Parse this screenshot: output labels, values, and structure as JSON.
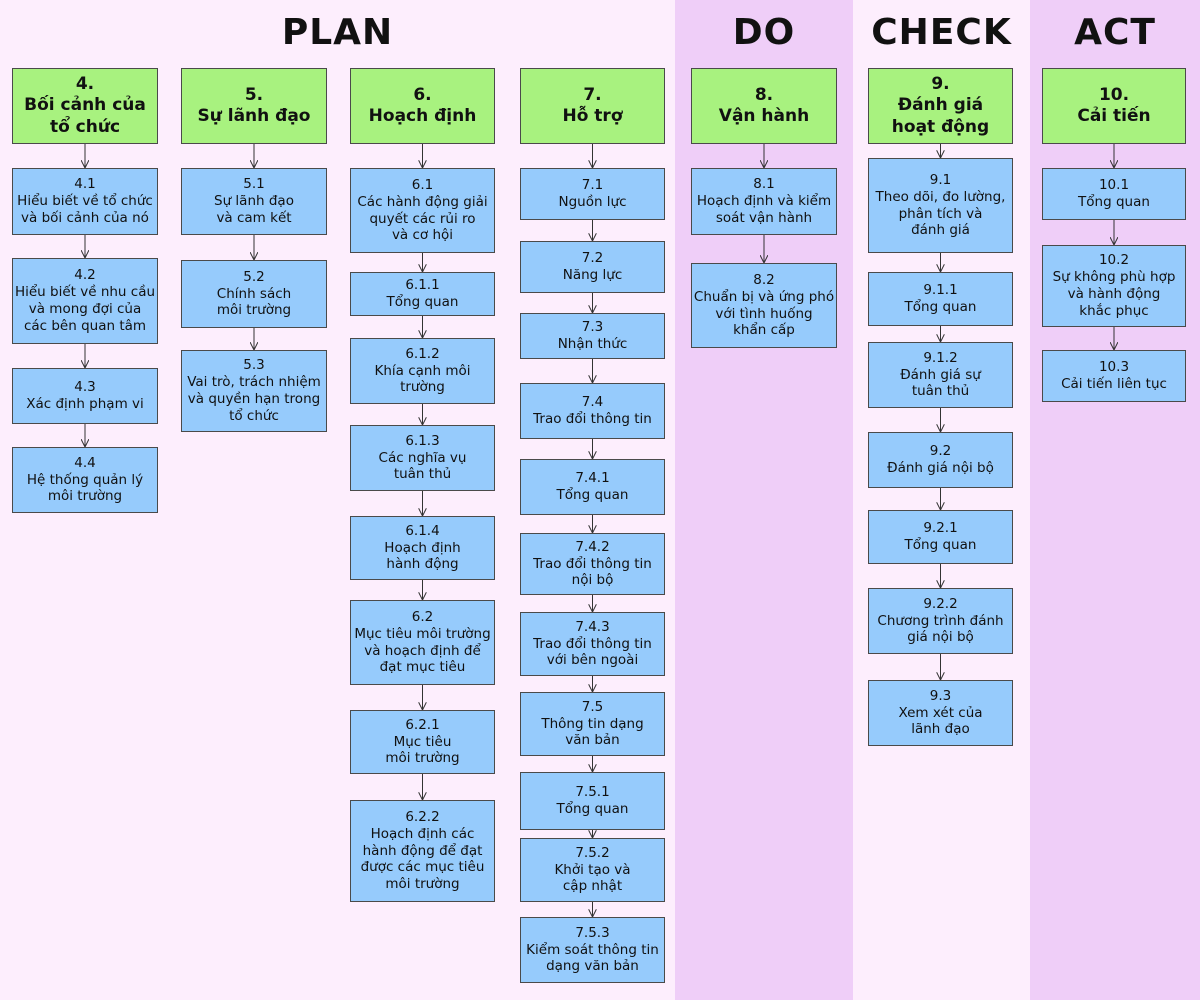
{
  "phases": {
    "plan": {
      "title": "PLAN",
      "color": "#fdeefd"
    },
    "do": {
      "title": "DO",
      "color": "#efcef8"
    },
    "check": {
      "title": "CHECK",
      "color": "#fdeefd"
    },
    "act": {
      "title": "ACT",
      "color": "#efcef8"
    }
  },
  "columns": [
    {
      "header": {
        "num": "4.",
        "title": "Bối cảnh của\ntổ chức"
      },
      "items": [
        {
          "num": "4.1",
          "text": "Hiểu biết về tổ chức\nvà bối cảnh của nó"
        },
        {
          "num": "4.2",
          "text": "Hiểu biết về nhu cầu\nvà mong đợi của\ncác bên quan tâm"
        },
        {
          "num": "4.3",
          "text": "Xác định phạm vi"
        },
        {
          "num": "4.4",
          "text": "Hệ thống quản lý\nmôi trường"
        }
      ]
    },
    {
      "header": {
        "num": "5.",
        "title": "Sự lãnh đạo"
      },
      "items": [
        {
          "num": "5.1",
          "text": "Sự lãnh đạo\nvà cam kết"
        },
        {
          "num": "5.2",
          "text": "Chính sách\nmôi trường"
        },
        {
          "num": "5.3",
          "text": "Vai trò, trách nhiệm\nvà quyền hạn trong\ntổ chức"
        }
      ]
    },
    {
      "header": {
        "num": "6.",
        "title": "Hoạch định"
      },
      "items": [
        {
          "num": "6.1",
          "text": "Các hành động giải\nquyết các rủi ro\nvà cơ hội"
        },
        {
          "num": "6.1.1",
          "text": "Tổng quan"
        },
        {
          "num": "6.1.2",
          "text": "Khía cạnh môi\ntrường"
        },
        {
          "num": "6.1.3",
          "text": "Các nghĩa vụ\ntuân thủ"
        },
        {
          "num": "6.1.4",
          "text": "Hoạch định\nhành động"
        },
        {
          "num": "6.2",
          "text": "Mục tiêu môi trường\nvà hoạch định để\nđạt mục tiêu"
        },
        {
          "num": "6.2.1",
          "text": "Mục tiêu\nmôi trường"
        },
        {
          "num": "6.2.2",
          "text": "Hoạch định các\nhành động để đạt\nđược các mục tiêu\nmôi trường"
        }
      ]
    },
    {
      "header": {
        "num": "7.",
        "title": "Hỗ trợ"
      },
      "items": [
        {
          "num": "7.1",
          "text": "Nguồn lực"
        },
        {
          "num": "7.2",
          "text": "Năng lực"
        },
        {
          "num": "7.3",
          "text": "Nhận thức"
        },
        {
          "num": "7.4",
          "text": "Trao đổi thông tin"
        },
        {
          "num": "7.4.1",
          "text": "Tổng quan"
        },
        {
          "num": "7.4.2",
          "text": "Trao đổi thông tin\nnội bộ"
        },
        {
          "num": "7.4.3",
          "text": "Trao đổi thông tin\nvới bên ngoài"
        },
        {
          "num": "7.5",
          "text": "Thông tin dạng\nvăn bản"
        },
        {
          "num": "7.5.1",
          "text": "Tổng quan"
        },
        {
          "num": "7.5.2",
          "text": "Khởi tạo và\ncập nhật"
        },
        {
          "num": "7.5.3",
          "text": "Kiểm soát thông tin\ndạng văn bản"
        }
      ]
    },
    {
      "header": {
        "num": "8.",
        "title": "Vận hành"
      },
      "items": [
        {
          "num": "8.1",
          "text": "Hoạch định và kiểm\nsoát vận hành"
        },
        {
          "num": "8.2",
          "text": "Chuẩn bị và ứng phó\nvới tình huống\nkhẩn cấp"
        }
      ]
    },
    {
      "header": {
        "num": "9.",
        "title": "Đánh giá\nhoạt động"
      },
      "items": [
        {
          "num": "9.1",
          "text": "Theo dõi, đo lường,\nphân tích và\nđánh giá"
        },
        {
          "num": "9.1.1",
          "text": "Tổng quan"
        },
        {
          "num": "9.1.2",
          "text": "Đánh giá sự\ntuân thủ"
        },
        {
          "num": "9.2",
          "text": "Đánh giá nội bộ"
        },
        {
          "num": "9.2.1",
          "text": "Tổng quan"
        },
        {
          "num": "9.2.2",
          "text": "Chương trình đánh\ngiá nội bộ"
        },
        {
          "num": "9.3",
          "text": "Xem xét của\nlãnh đạo"
        }
      ]
    },
    {
      "header": {
        "num": "10.",
        "title": "Cải tiến"
      },
      "items": [
        {
          "num": "10.1",
          "text": "Tổng quan"
        },
        {
          "num": "10.2",
          "text": "Sự không phù hợp\nvà hành động\nkhắc phục"
        },
        {
          "num": "10.3",
          "text": "Cải tiến liên tục"
        }
      ]
    }
  ]
}
